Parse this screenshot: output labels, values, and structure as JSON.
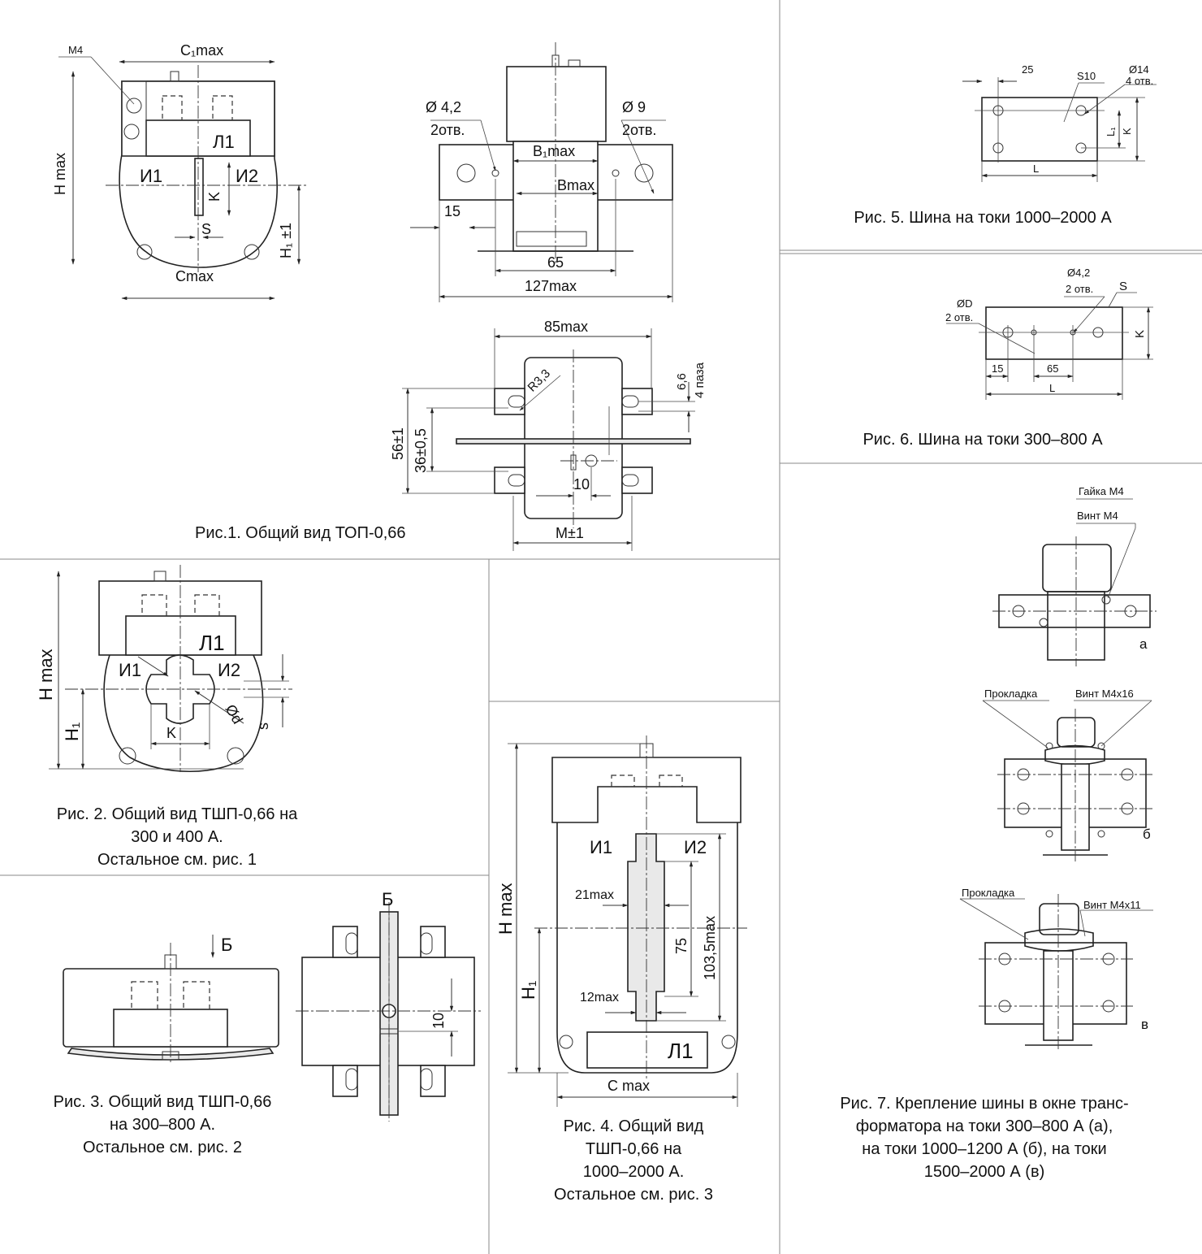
{
  "fig1": {
    "caption": "Рис.1. Общий вид ТОП-0,66",
    "front": {
      "m4": "М4",
      "c1max": "C₁max",
      "hmax": "H max",
      "l1": "Л1",
      "i1": "И1",
      "i2": "И2",
      "k": "K",
      "s": "S",
      "h1": "H₁ ±1",
      "cmax": "Cmax"
    },
    "side": {
      "d42": "Ø 4,2",
      "otv2a": "2отв.",
      "d9": "Ø 9",
      "otv2b": "2отв.",
      "b1max": "B₁max",
      "bmax": "Bmax",
      "d15": "15",
      "d65": "65",
      "d127": "127max"
    },
    "bottom": {
      "d85": "85max",
      "r33": "R3,3",
      "d66": "6,6",
      "paza": "4 паза",
      "d56": "56±1",
      "d36": "36±0,5",
      "d10": "10",
      "m1": "M±1"
    }
  },
  "fig2": {
    "caption": [
      "Рис. 2. Общий вид ТШП-0,66 на",
      "300 и 400 А.",
      "Остальное см. рис. 1"
    ],
    "labels": {
      "hmax": "H max",
      "h1": "H₁",
      "l1": "Л1",
      "i1": "И1",
      "i2": "И2",
      "k": "K",
      "d": "Ød",
      "s": "s"
    }
  },
  "fig3": {
    "caption": [
      "Рис. 3. Общий вид ТШП-0,66",
      "на  300–800 А.",
      "Остальное см. рис. 2"
    ],
    "labels": {
      "b_arrow": "Б",
      "b_view": "Б",
      "d10": "10"
    }
  },
  "fig4": {
    "caption": [
      "Рис. 4. Общий вид",
      "ТШП-0,66 на",
      "1000–2000 А.",
      "Остальное см. рис.  3"
    ],
    "labels": {
      "hmax": "H max",
      "h1": "H₁",
      "i1": "И1",
      "i2": "И2",
      "d21": "21max",
      "d12": "12max",
      "d75": "75",
      "d103": "103,5max",
      "l1": "Л1",
      "cmax": "C max"
    }
  },
  "fig5": {
    "caption": "Рис. 5. Шина на токи 1000–2000 А",
    "labels": {
      "d25": "25",
      "s10": "S10",
      "d14": "Ø14",
      "otv4": "4 отв.",
      "l1": "L₁",
      "k": "K",
      "l": "L"
    }
  },
  "fig6": {
    "caption": "Рис. 6. Шина на токи 300–800 А",
    "labels": {
      "d42": "Ø4,2",
      "otv2": "2 отв.",
      "s": "S",
      "dd": "ØD",
      "otv2d": "2 отв.",
      "k": "K",
      "d15": "15",
      "d65": "65",
      "l": "L"
    }
  },
  "fig7": {
    "caption": [
      "Рис. 7. Крепление шины в окне транс-",
      "форматора на токи 300–800 А (а),",
      "на токи 1000–1200 А (б), на токи",
      "1500–2000 А (в)"
    ],
    "labels": {
      "nut": "Гайка М4",
      "screw": "Винт М4",
      "a": "а",
      "pad1": "Прокладка",
      "screw16": "Винт М4х16",
      "b": "б",
      "pad2": "Прокладка",
      "screw11": "Винт М4х11",
      "v": "в"
    }
  }
}
